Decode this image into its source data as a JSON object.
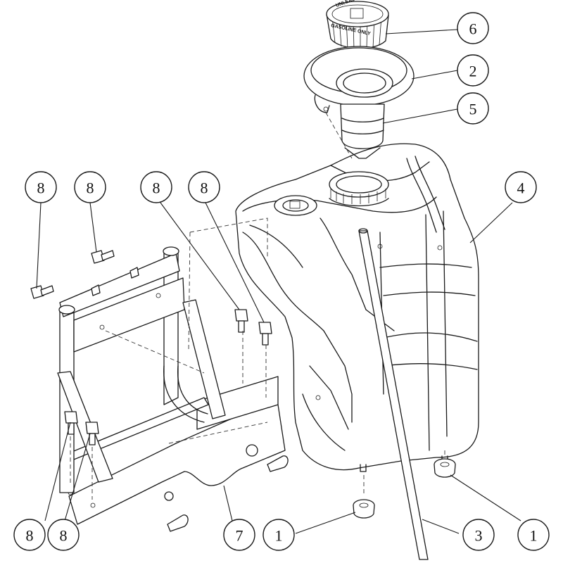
{
  "callouts": {
    "c1a": "1",
    "c1b": "1",
    "c2": "2",
    "c3": "3",
    "c4": "4",
    "c5": "5",
    "c6": "6",
    "c7": "7",
    "c8a": "8",
    "c8b": "8",
    "c8c": "8",
    "c8d": "8",
    "c8e": "8",
    "c8f": "8"
  },
  "cap_text": {
    "top": "UNLEADED",
    "bottom": "GASOLINE ONLY"
  }
}
